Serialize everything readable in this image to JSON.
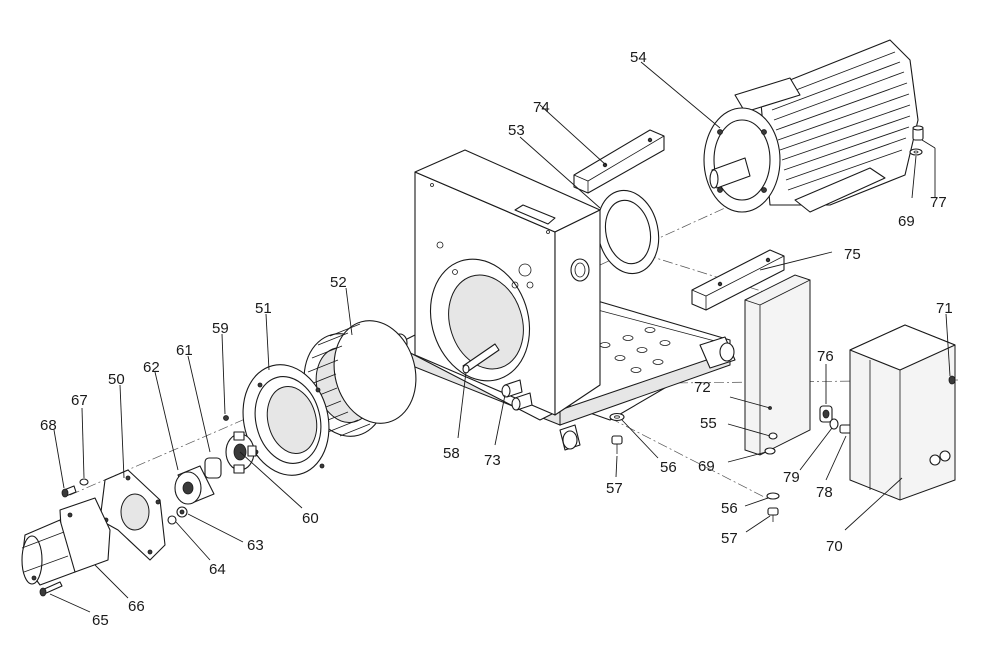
{
  "labels": {
    "p50": "50",
    "p51": "51",
    "p52": "52",
    "p53": "53",
    "p54": "54",
    "p55": "55",
    "p56a": "56",
    "p56b": "56",
    "p57a": "57",
    "p57b": "57",
    "p58": "58",
    "p59": "59",
    "p60": "60",
    "p61": "61",
    "p62": "62",
    "p63": "63",
    "p64": "64",
    "p65": "65",
    "p66": "66",
    "p67": "67",
    "p68": "68",
    "p69a": "69",
    "p69b": "69",
    "p70": "70",
    "p71": "71",
    "p72": "72",
    "p73": "73",
    "p74": "74",
    "p75": "75",
    "p76": "76",
    "p77": "77",
    "p78": "78",
    "p79": "79"
  }
}
